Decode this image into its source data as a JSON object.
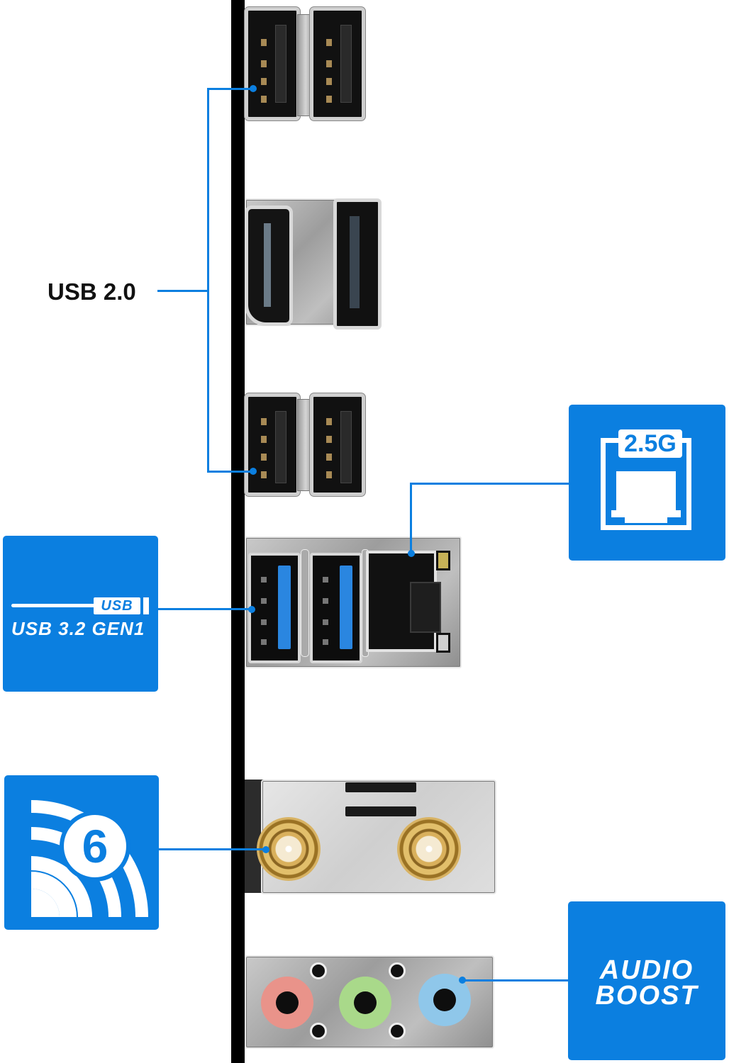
{
  "image": {
    "description": "Motherboard rear I/O panel with feature callouts"
  },
  "labels": {
    "usb20": "USB 2.0",
    "usb32": {
      "badge": "USB",
      "text": "USB 3.2 GEN1"
    },
    "lan": {
      "speed": "2.5G"
    },
    "wifi": {
      "generation": "6"
    },
    "audio": {
      "line1": "AUDIO",
      "line2": "BOOST"
    }
  },
  "ports": [
    {
      "name": "USB 2.0 ports (top pair)"
    },
    {
      "name": "HDMI port"
    },
    {
      "name": "DisplayPort"
    },
    {
      "name": "USB 2.0 ports (lower pair)"
    },
    {
      "name": "USB 3.2 Gen1 ports"
    },
    {
      "name": "2.5G LAN port"
    },
    {
      "name": "Wi-Fi 6 antenna connectors"
    },
    {
      "name": "Audio jacks",
      "colors": [
        "#e9938a",
        "#a9d98a",
        "#8fc7ea"
      ]
    }
  ],
  "colors": {
    "accent": "#0b7fe0",
    "usb3_tongue": "#2a86e0"
  }
}
